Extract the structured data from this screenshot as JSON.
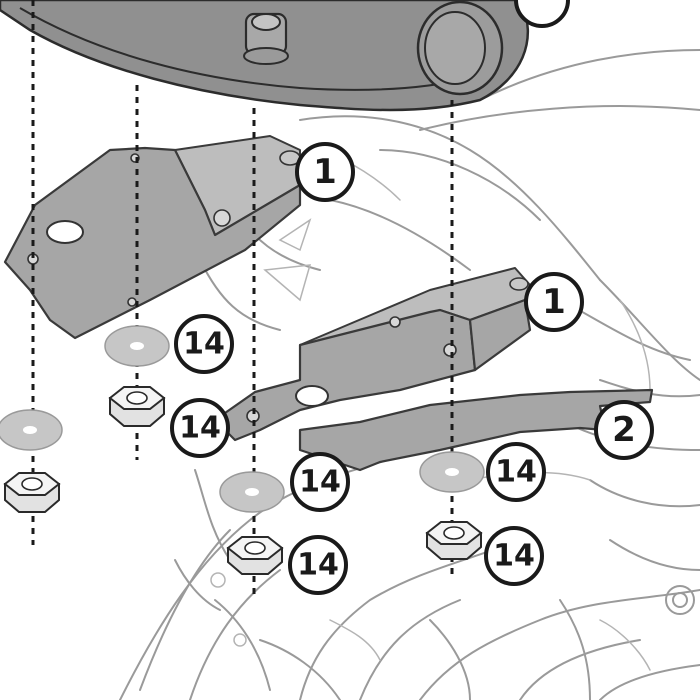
{
  "callouts": [
    {
      "id": "c1a",
      "label": "1"
    },
    {
      "id": "c1b",
      "label": "1"
    },
    {
      "id": "c2",
      "label": "2"
    },
    {
      "id": "c14a",
      "label": "14"
    },
    {
      "id": "c14b",
      "label": "14"
    },
    {
      "id": "c14c",
      "label": "14"
    },
    {
      "id": "c14d",
      "label": "14"
    },
    {
      "id": "c14e",
      "label": "14"
    },
    {
      "id": "c14f",
      "label": "14"
    }
  ]
}
